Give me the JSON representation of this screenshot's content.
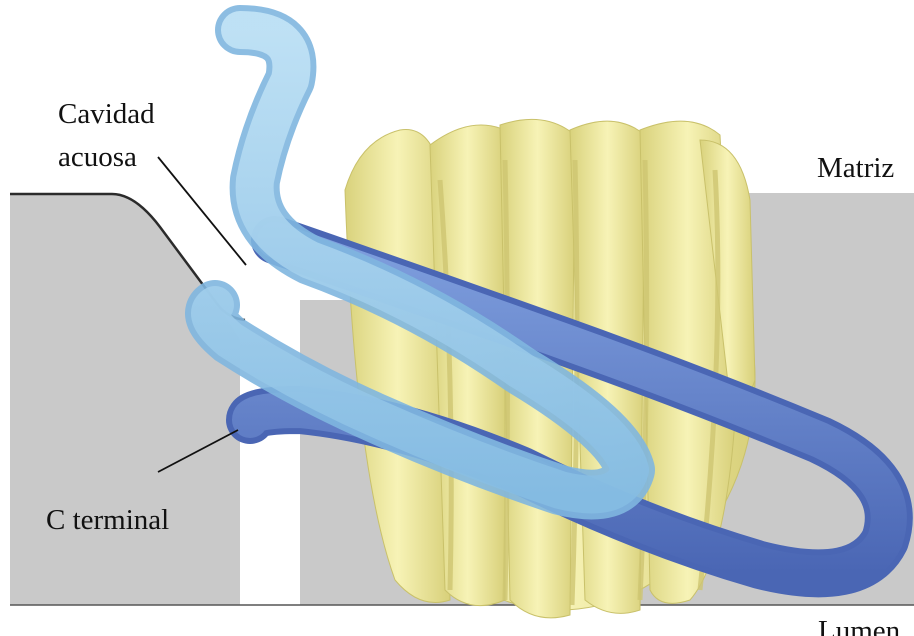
{
  "labels": {
    "cavidad_line1": "Cavidad",
    "cavidad_line2": "acuosa",
    "matriz": "Matriz",
    "c_terminal": "C terminal",
    "lumen": "Lumen"
  },
  "colors": {
    "membrane": "#c8c8c8",
    "membrane_edge": "#333333",
    "yellow_structure": "#f3efa6",
    "yellow_shadow": "#d6cf78",
    "light_blue_helix": "#9fd0ec",
    "dark_blue_helix": "#5a79c8"
  }
}
